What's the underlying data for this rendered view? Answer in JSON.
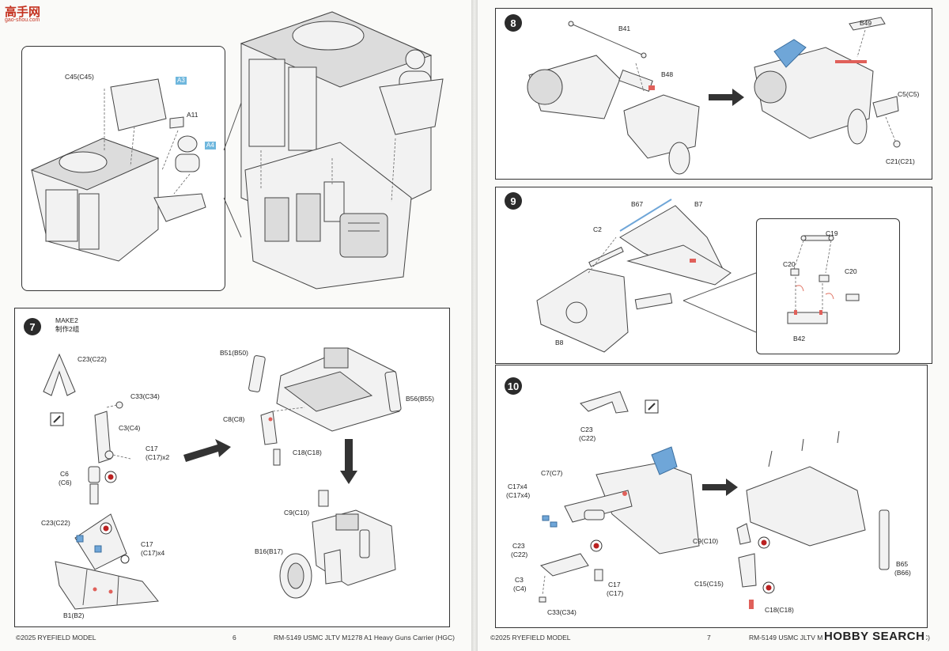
{
  "site_logo": {
    "text": "高手网",
    "subtext": "gao-shou.com"
  },
  "watermark": {
    "text": "HOBBY SEARCH"
  },
  "colors": {
    "highlight_blue": "#6fa6d8",
    "glue_red": "#e0605a",
    "badge": "#2b2b2b"
  },
  "left_page": {
    "top_panel": {
      "labels": {
        "c45": "C45(C45)",
        "a3": "A3",
        "a11": "A11",
        "a4": "A4"
      }
    },
    "step7": {
      "number": "7",
      "note_en": "MAKE2",
      "note_zh": "制作2组",
      "labels": {
        "c23_top": "C23(C22)",
        "c33": "C33(C34)",
        "c3": "C3(C4)",
        "c17_a": "C17",
        "c17_a_qty": "(C17)x2",
        "c6": "C6",
        "c6_alt": "(C6)",
        "c23_mid": "C23(C22)",
        "c17_b": "C17",
        "c17_b_qty": "(C17)x4",
        "b1": "B1(B2)",
        "b51": "B51(B50)",
        "b56": "B56(B55)",
        "c8": "C8(C8)",
        "c18": "C18(C18)",
        "c9": "C9(C10)",
        "b16": "B16(B17)"
      }
    },
    "footer": {
      "copyright": "©2025 RYEFIELD MODEL",
      "page_number": "6",
      "title": "RM-5149 USMC JLTV M1278 A1 Heavy Guns Carrier (HGC)"
    }
  },
  "right_page": {
    "step8": {
      "number": "8",
      "labels": {
        "b41": "B41",
        "b49": "B49",
        "b48": "B48",
        "c5": "C5(C5)",
        "c21": "C21(C21)"
      }
    },
    "step9": {
      "number": "9",
      "labels": {
        "b67": "B67",
        "b7": "B7",
        "c2": "C2",
        "b8": "B8",
        "c19": "C19",
        "c20_a": "C20",
        "c20_b": "C20",
        "b42": "B42"
      }
    },
    "step10": {
      "number": "10",
      "labels": {
        "c23_top": "C23",
        "c23_top_alt": "(C22)",
        "c17x4": "C17x4",
        "c17x4_alt": "(C17x4)",
        "c7": "C7(C7)",
        "c23_low": "C23",
        "c23_low_alt": "(C22)",
        "c3": "C3",
        "c3_alt": "(C4)",
        "c17": "C17",
        "c17_alt": "(C17)",
        "c33": "C33(C34)",
        "c9": "C9(C10)",
        "c15": "C15(C15)",
        "c18": "C18(C18)",
        "b65": "B65",
        "b65_alt": "(B66)"
      }
    },
    "footer": {
      "copyright": "©2025 RYEFIELD MODEL",
      "page_number": "7",
      "title": "RM-5149 USMC JLTV M1278 A1 Heavy Guns Carrier (HGC)"
    }
  }
}
